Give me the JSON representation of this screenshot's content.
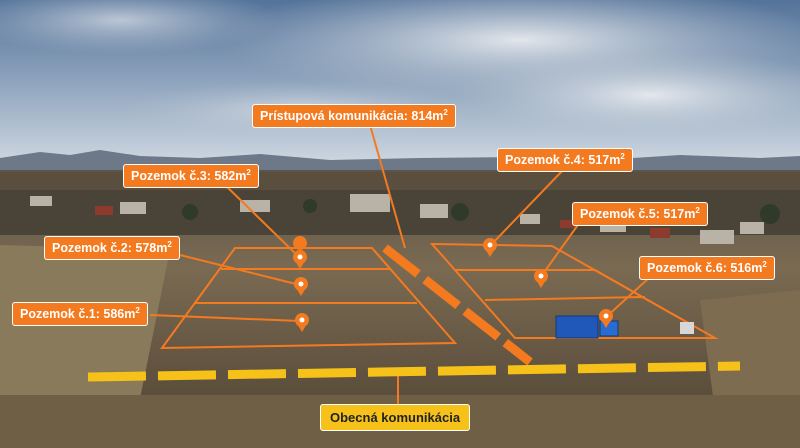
{
  "labels": {
    "access_road": {
      "text": "Prístupová komunikácia: 814m",
      "sup": "2"
    },
    "plot1": {
      "text": "Pozemok č.1: 586m",
      "sup": "2"
    },
    "plot2": {
      "text": "Pozemok č.2: 578m",
      "sup": "2"
    },
    "plot3": {
      "text": "Pozemok č.3: 582m",
      "sup": "2"
    },
    "plot4": {
      "text": "Pozemok č.4: 517m",
      "sup": "2"
    },
    "plot5": {
      "text": "Pozemok č.5: 517m",
      "sup": "2"
    },
    "plot6": {
      "text": "Pozemok č.6: 516m",
      "sup": "2"
    },
    "public_road": {
      "text": "Obecná komunikácia"
    }
  },
  "colors": {
    "plot_outline": "#f47a20",
    "label_bg": "#f47a20",
    "road_yellow": "#f6c21a",
    "sky_top": "#5f7da0",
    "sky_bottom": "#c9d4df",
    "field": "#7b6a52"
  },
  "icons": [
    "location-pin-icon"
  ]
}
